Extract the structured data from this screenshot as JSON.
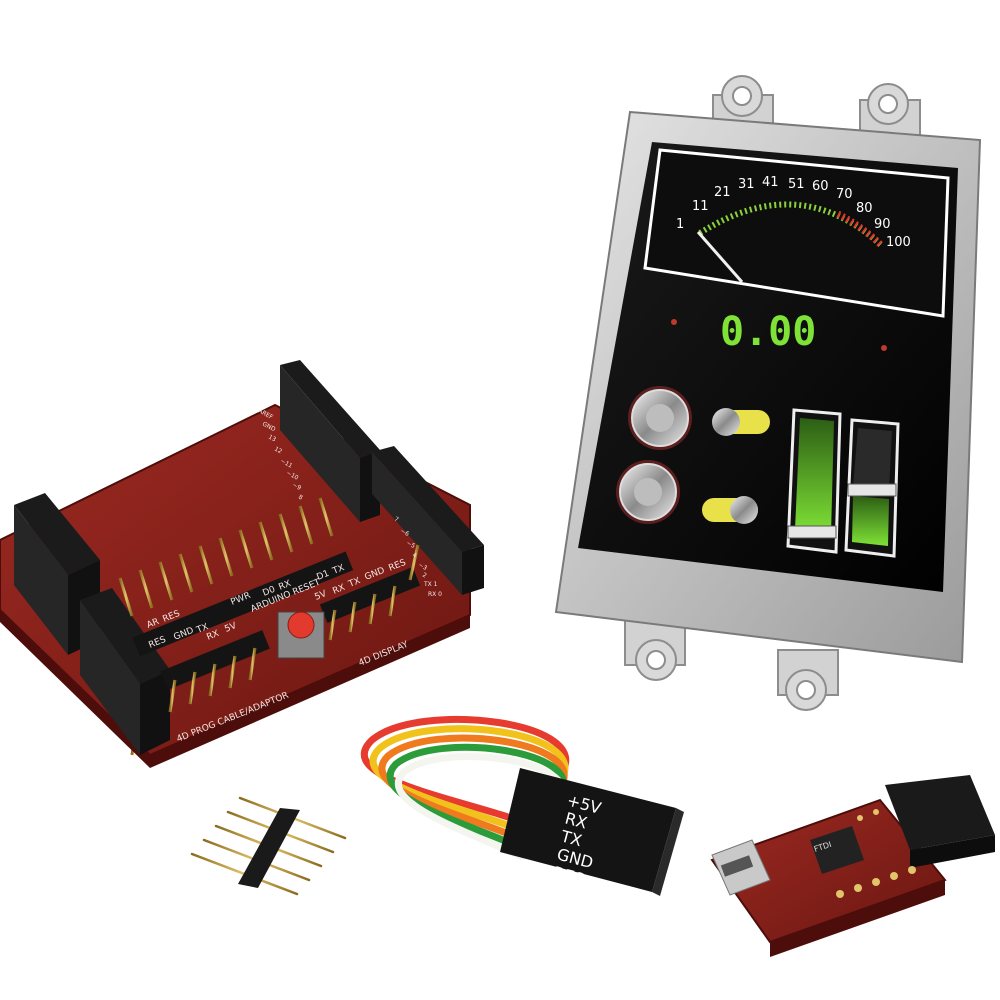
{
  "display": {
    "meter_scale": [
      "1",
      "11",
      "21",
      "31",
      "41",
      "51",
      "60",
      "70",
      "80",
      "90",
      "100"
    ],
    "digital_readout": "0.00"
  },
  "shield": {
    "labels": [
      "AREF",
      "GND",
      "13",
      "12",
      "~11",
      "~10",
      "~9",
      "8",
      "7",
      "~6",
      "~5",
      "4",
      "~3",
      "2",
      "TX 1",
      "RX 0"
    ],
    "silk": {
      "res": "RES",
      "pwr": "PWR",
      "rx": "RX",
      "tx": "TX",
      "gnd": "GND",
      "arduino_reset": "ARDUINO RESET",
      "prog_cable": "4D PROG CABLE/ADAPTOR",
      "display_label": "4D DISPLAY",
      "fivev": "5V",
      "d0": "D0",
      "d1": "D1",
      "ar": "AR"
    }
  },
  "cable": {
    "pins": [
      "+5V",
      "RX",
      "TX",
      "GND",
      "RES"
    ],
    "colors": [
      "#e63b2e",
      "#f2c21c",
      "#f07a1e",
      "#2c9c3a",
      "#f5f5f0"
    ]
  },
  "programmer": {
    "chip_label": "FTDI"
  },
  "colors": {
    "pcb_red": "#8d1f1a",
    "pcb_dark": "#5e120f",
    "lcd_black": "#0b0b0b",
    "bezel_gray": "#cfcfcf",
    "green_seg": "#7fe236",
    "needle": "#f0f0f0"
  }
}
